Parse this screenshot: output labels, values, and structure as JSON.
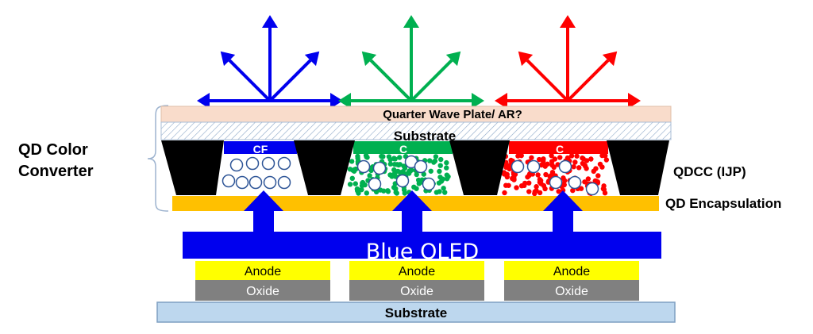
{
  "labels": {
    "qd_color_converter_line1": "QD Color",
    "qd_color_converter_line2": "Converter",
    "quarter_wave": "Quarter Wave Plate/ AR?",
    "substrate_top": "Substrate",
    "cf_left": "CF",
    "cf_middle": "C",
    "cf_right": "C",
    "qdcc": "QDCC (IJP)",
    "qd_encapsulation": "QD Encapsulation",
    "blue_oled": "Blue OLED",
    "anode": "Anode",
    "oxide": "Oxide",
    "substrate_bottom": "Substrate"
  },
  "colors": {
    "blue": "#0000EE",
    "green": "#00B050",
    "red": "#FF0000",
    "quarter_wave_fill": "#F9DCCB",
    "encapsulation": "#FFC000",
    "anode": "#FFFF00",
    "oxide": "#808080",
    "substrate_bottom": "#BDD7EE",
    "bank": "#000000"
  }
}
